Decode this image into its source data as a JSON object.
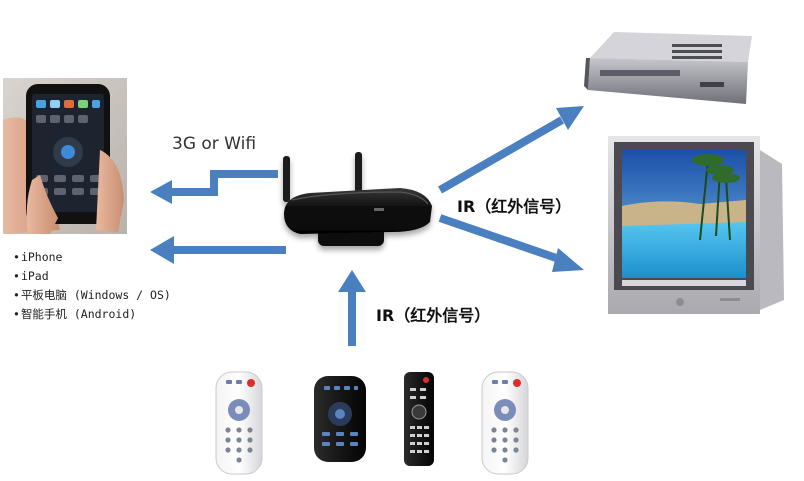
{
  "labels": {
    "connection": "3G or Wifi",
    "ir_output": "IR（红外信号）",
    "ir_input": "IR（红外信号）"
  },
  "devices": [
    "iPhone",
    "iPad",
    "平板电脑 (Windows / OS)",
    "智能手机 (Android)"
  ],
  "colors": {
    "arrow": "#4a7fc0",
    "router_body": "#151515",
    "tv_screen_water": "#2b9fd8",
    "set_top_box": "#8e8e96"
  }
}
